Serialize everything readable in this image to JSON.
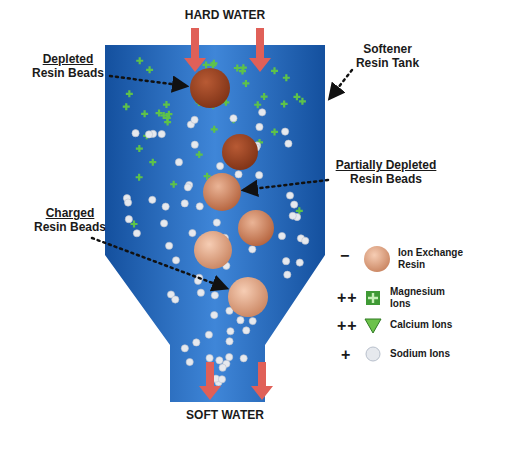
{
  "diagram": {
    "labels": [
      "HARD WATER",
      "Softener Resin Tank",
      "Depleted Resin Beads",
      "Partially Depleted Resin Beads",
      "Charged Resin Beads",
      "SOFT WATER",
      "−",
      "++",
      "++",
      "+"
    ],
    "legend": [
      {
        "text": "Ion Exchange Resin"
      },
      {
        "text": "Magnesium Ions"
      },
      {
        "text": "Calcium Ions"
      },
      {
        "text": "Sodium Ions"
      }
    ]
  }
}
